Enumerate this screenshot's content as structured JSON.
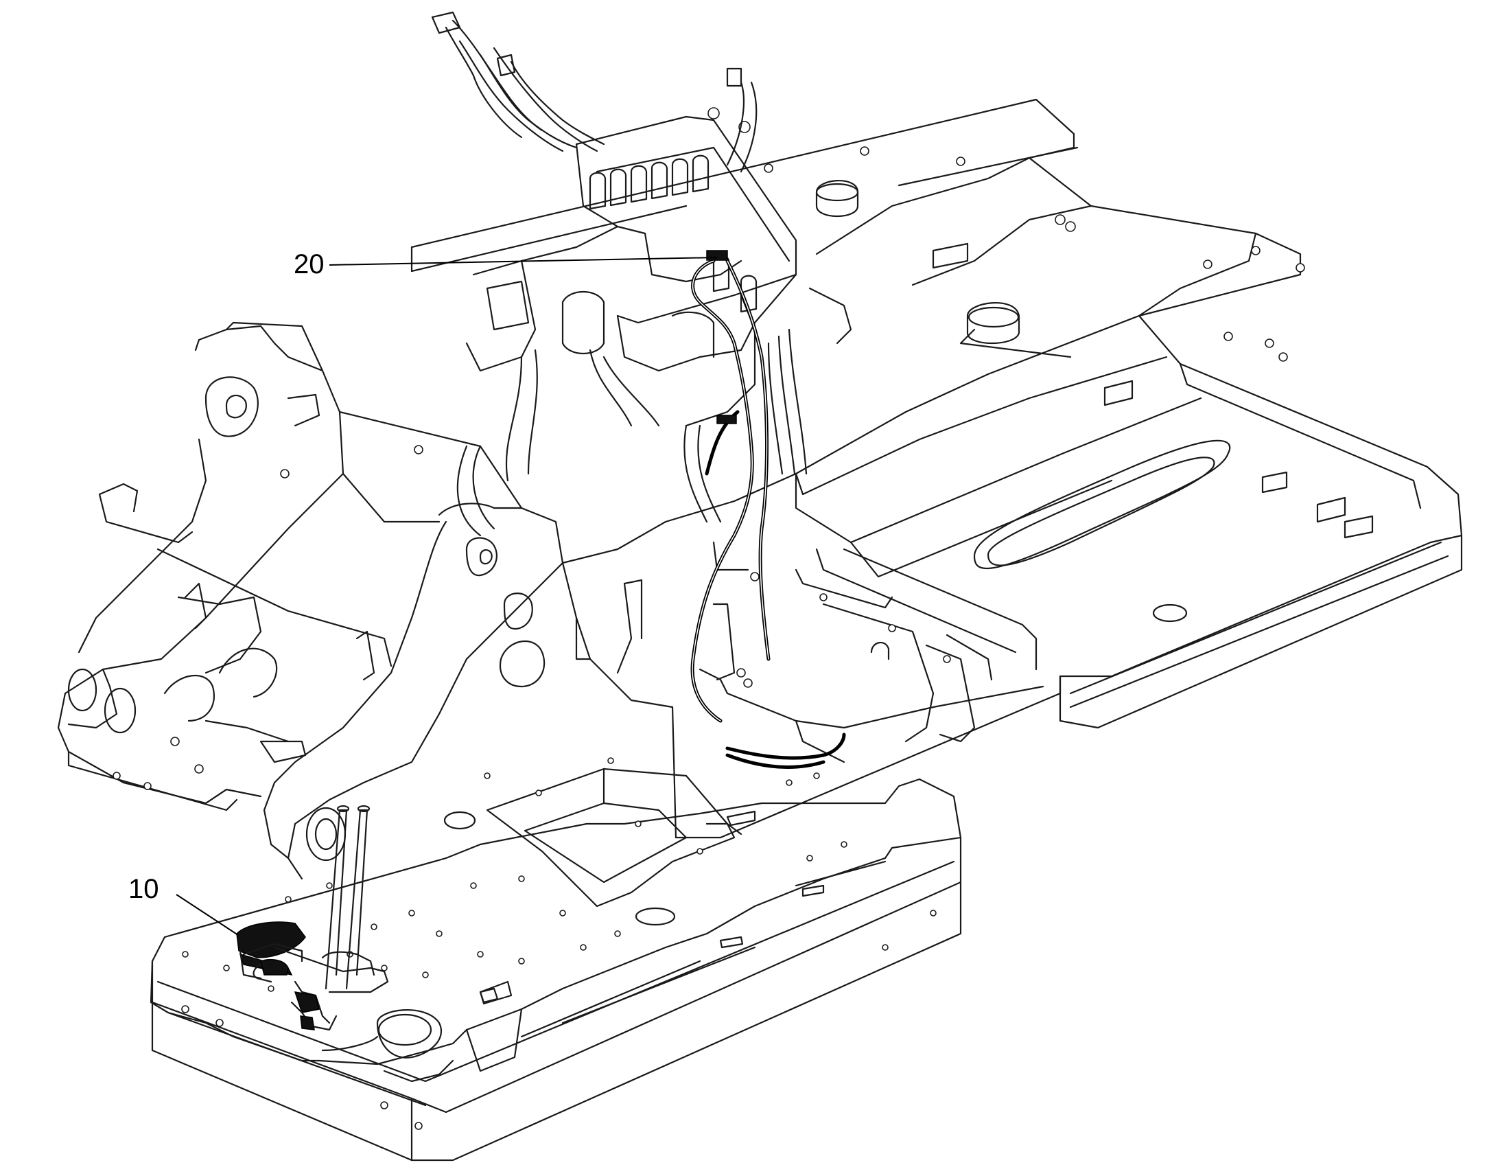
{
  "callouts": [
    {
      "id": "callout-10",
      "label": "10"
    },
    {
      "id": "callout-20",
      "label": "20"
    }
  ],
  "colors": {
    "line": "#1a1a1a",
    "background": "#ffffff",
    "highlight": "#000000"
  }
}
